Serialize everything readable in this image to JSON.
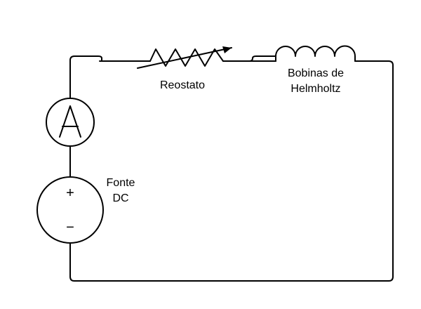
{
  "components": {
    "rheostat": {
      "label": "Reostato"
    },
    "coils": {
      "label_line1": "Bobinas de",
      "label_line2": "Helmholtz"
    },
    "ammeter": {
      "symbol": "A"
    },
    "source": {
      "label_line1": "Fonte",
      "label_line2": "DC",
      "plus": "+",
      "minus": "−"
    }
  },
  "colors": {
    "line": "#000000",
    "background": "#ffffff"
  }
}
